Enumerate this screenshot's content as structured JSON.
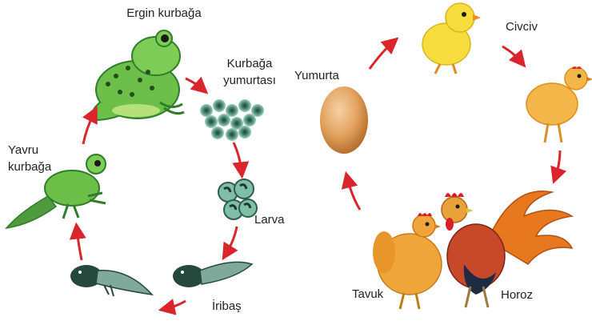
{
  "frog_cycle": {
    "labels": {
      "adult": "Ergin kurbağa",
      "eggs_line1": "Kurbağa",
      "eggs_line2": "yumurtası",
      "larva": "Larva",
      "tadpole": "İribaş",
      "juvenile_line1": "Yavru",
      "juvenile_line2": "kurbağa"
    }
  },
  "chicken_cycle": {
    "labels": {
      "egg": "Yumurta",
      "chick": "Civciv",
      "hen": "Tavuk",
      "rooster": "Horoz"
    }
  },
  "colors": {
    "arrow": "#d9252b",
    "frog_green": "#6cc04a",
    "frog_dark": "#2f7d2a",
    "egg_shell": "#e1a464",
    "chick_yellow": "#f6dc3c",
    "hen_orange": "#f0a53a",
    "comb_red": "#d8202a"
  },
  "icons": [
    "adult-frog-icon",
    "frog-eggs-icon",
    "larva-icon",
    "tadpole-icon",
    "young-frog-icon",
    "egg-icon",
    "chick-icon",
    "young-chicken-icon",
    "hen-icon",
    "rooster-icon",
    "cycle-arrow-icon"
  ]
}
